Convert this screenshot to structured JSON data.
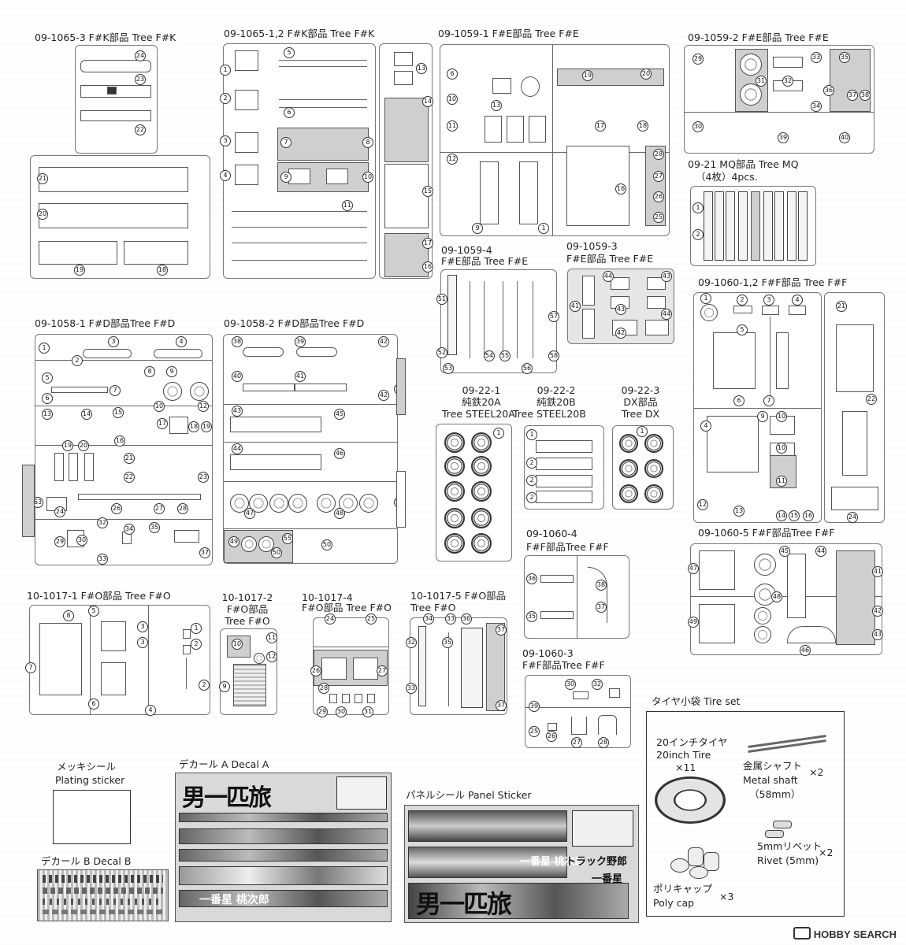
{
  "labels": {
    "k3": "09-1065-3 F#K部品 Tree F#K",
    "k12": "09-1065-1,2 F#K部品 Tree F#K",
    "e1": "09-1059-1 F#E部品 Tree F#E",
    "e2": "09-1059-2 F#E部品 Tree F#E",
    "mq_l1": "09-21 MQ部品 Tree MQ",
    "mq_l2": "（4枚）4pcs.",
    "e4_l1": "09-1059-4",
    "e4_l2": "F#E部品 Tree F#E",
    "e3_l1": "09-1059-3",
    "e3_l2": "F#E部品 Tree F#E",
    "f12": "09-1060-1,2 F#F部品 Tree F#F",
    "d1": "09-1058-1 F#D部品Tree F#D",
    "d2": "09-1058-2 F#D部品Tree F#D",
    "s20a_l1": "09-22-1",
    "s20a_l2": "純鉄20A",
    "s20a_l3": "Tree STEEL20A",
    "s20b_l1": "09-22-2",
    "s20b_l2": "純鉄20B",
    "s20b_l3": "Tree STEEL20B",
    "dx_l1": "09-22-3",
    "dx_l2": "DX部品",
    "dx_l3": "Tree DX",
    "f4_l1": "09-1060-4",
    "f4_l2": "F#F部品Tree F#F",
    "f5": "09-1060-5 F#F部品Tree F#F",
    "o1": "10-1017-1 F#O部品 Tree F#O",
    "o2_l1": "10-1017-2",
    "o2_l2": "F#O部品",
    "o2_l3": "Tree F#O",
    "o4_l1": "10-1017-4",
    "o4_l2": "F#O部品 Tree F#O",
    "o5_l1": "10-1017-5 F#O部品",
    "o5_l2": "Tree F#O",
    "f3_l1": "09-1060-3",
    "f3_l2": "F#F部品Tree F#F",
    "plating_l1": "メッキシール",
    "plating_l2": "Plating sticker",
    "decalA": "デカール A Decal A",
    "decalB": "デカール B Decal B",
    "panel": "パネルシール Panel Sticker",
    "tireset": "タイヤ小袋 Tire set"
  },
  "tireset": {
    "tire_l1": "20インチタイヤ",
    "tire_l2": "20inch Tire",
    "tire_l3": "×11",
    "shaft_l1": "金属シャフト",
    "shaft_qty": "×2",
    "shaft_l2": "Metal shaft",
    "shaft_l3": "（58mm）",
    "rivet_l1": "5mmリベット",
    "rivet_qty": "×2",
    "rivet_l2": "Rivet (5mm)",
    "poly_l1": "ポリキャップ",
    "poly_l2": "Poly cap",
    "poly_qty": "×3"
  },
  "decal_text": {
    "main_title": "男一匹旅",
    "sub1": "一番星",
    "sub2": "一番星 桃次郎",
    "trucker": "トラック野郎"
  },
  "brand": {
    "logo": "HOBBY SEARCH"
  },
  "colors": {
    "tree_grey": "#e6e6e6",
    "part_grey": "#cfcfcf",
    "outline": "#555555"
  }
}
